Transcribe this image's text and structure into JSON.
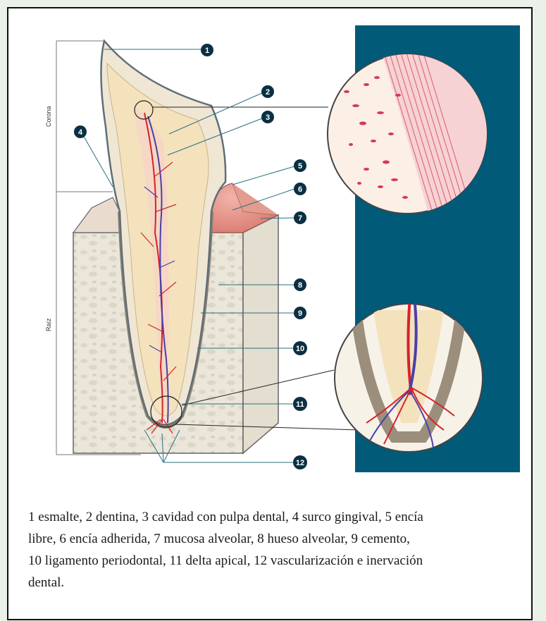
{
  "diagram": {
    "side_labels": {
      "crown": "Corona",
      "root": "Raíz"
    },
    "markers": [
      "1",
      "2",
      "3",
      "4",
      "5",
      "6",
      "7",
      "8",
      "9",
      "10",
      "11",
      "12"
    ],
    "colors": {
      "panel": "#005a78",
      "enamel_outline": "#5f6f78",
      "dentin": "#f3e2bc",
      "gum": "#d9786f",
      "bone": "#e8e3d6",
      "artery": "#d5232a",
      "vein": "#4b3fa8",
      "marker": "#0b2f43"
    }
  },
  "caption": {
    "lines": [
      "1 esmalte, 2 dentina, 3 cavidad con pulpa dental, 4 surco gingival, 5 encía",
      "libre, 6 encía adherida, 7 mucosa alveolar, 8 hueso alveolar, 9 cemento,",
      "10 ligamento periodontal, 11 delta apical, 12 vascularización e inervación",
      "dental."
    ]
  }
}
